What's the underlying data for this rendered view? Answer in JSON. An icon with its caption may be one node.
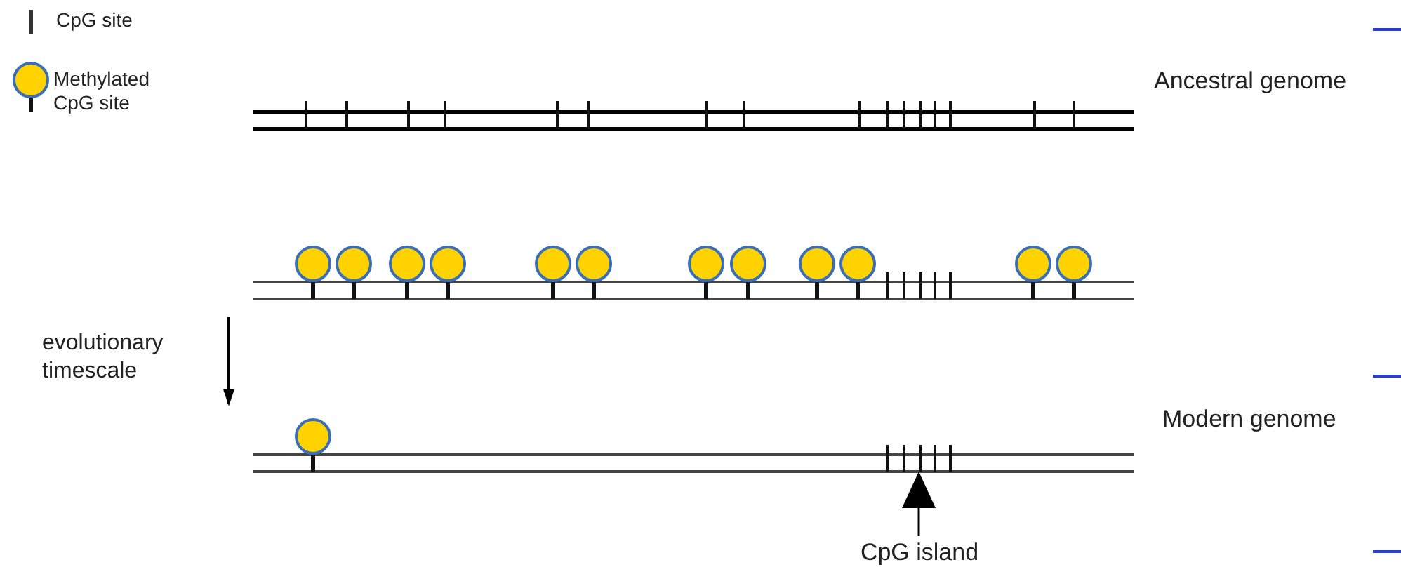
{
  "diagram": {
    "nodes": [
      {
        "text": [],
        "shape": "bar"
      },
      {
        "text": [
          "CpG island"
        ]
      }
    ],
    "edges": [
      {
        "from": 1,
        "to": 0,
        "arrow": "to"
      }
    ],
    "labels": [
      "Ancestral genome",
      "evolutionary timescale",
      "Modern genome"
    ],
    "legend": [
      {
        "text": "CpG site"
      },
      {
        "text": "Methylated CpG site"
      }
    ]
  }
}
